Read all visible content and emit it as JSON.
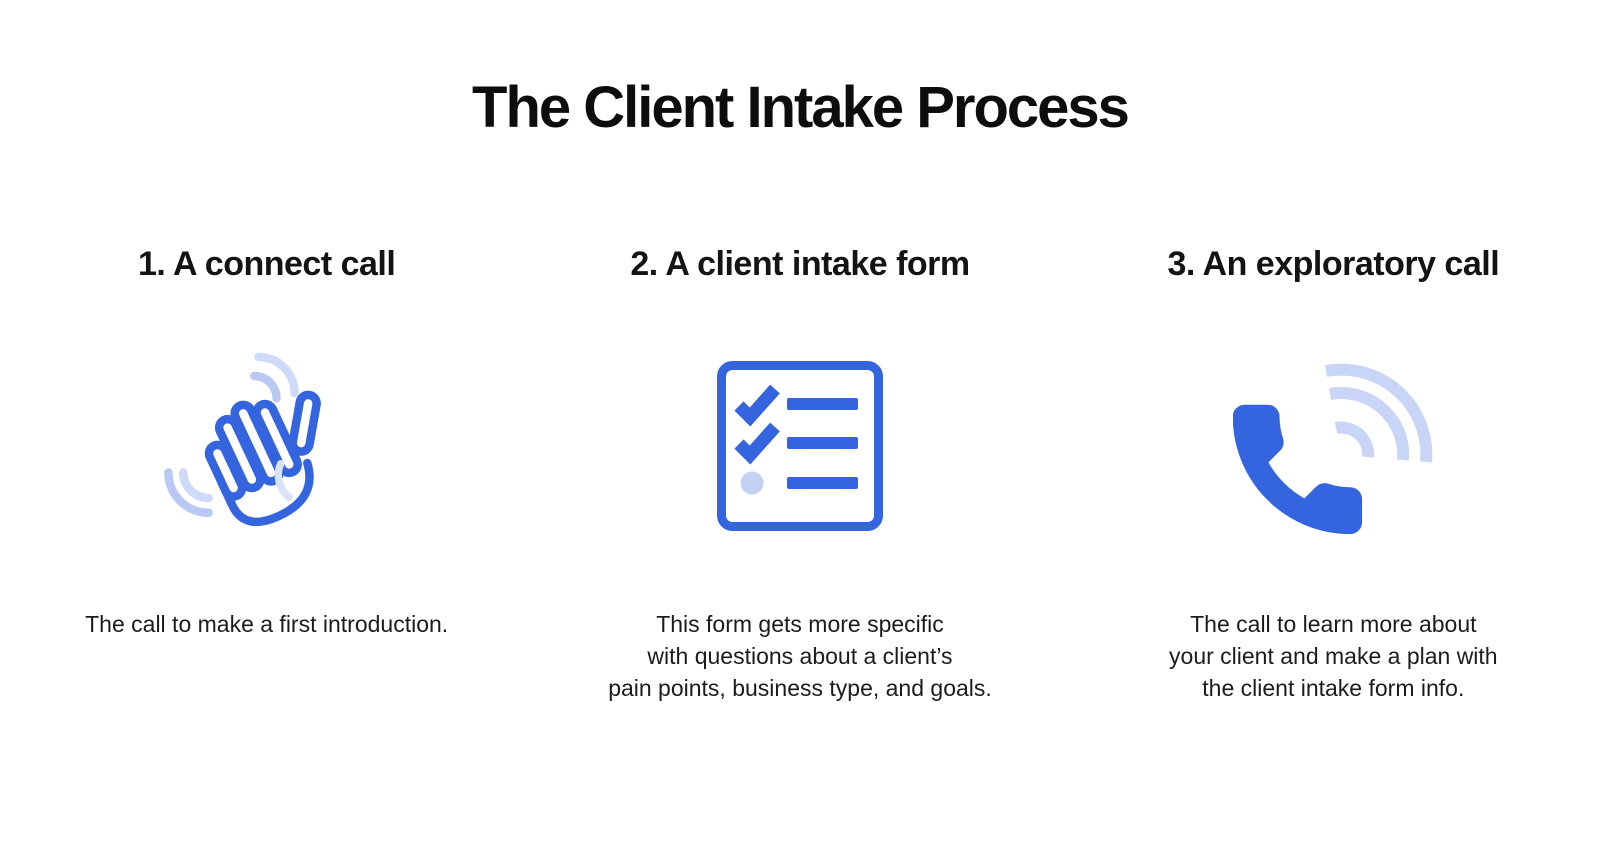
{
  "title": "The Client Intake Process",
  "colors": {
    "primary_blue": "#3565DE",
    "light_blue": "#C8D5F7",
    "pale_blue": "#DCE2F5",
    "check_dot_blue": "#C3D1F4",
    "title_text": "#0D0D0D",
    "body_text": "#1C1C1C",
    "background": "#FFFFFF"
  },
  "steps": [
    {
      "heading": "1. A connect call",
      "icon": "waving-hand-icon",
      "description": "The call to make a first introduction."
    },
    {
      "heading": "2. A client intake form",
      "icon": "checklist-icon",
      "description": "This form gets more specific\nwith questions about a client’s\npain points, business type, and goals."
    },
    {
      "heading": "3. An exploratory call",
      "icon": "phone-call-icon",
      "description": "The call to learn more about\nyour client and make a plan with\nthe client intake form info."
    }
  ]
}
